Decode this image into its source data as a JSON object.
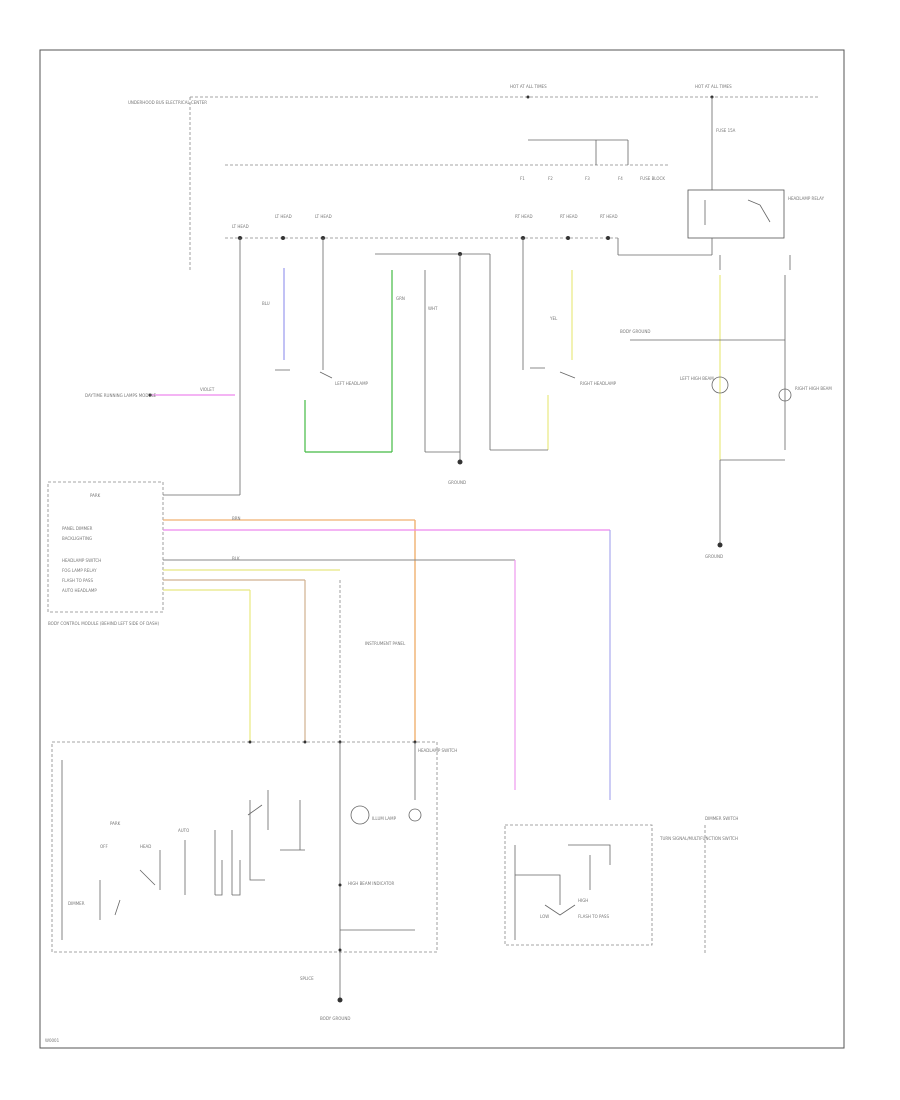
{
  "diagram": {
    "footer_code": "W0001",
    "top": {
      "left_note": "UNDERHOOD BUS ELECTRICAL CENTER",
      "bus_a": "HOT AT ALL TIMES",
      "bus_b": "HOT AT ALL TIMES",
      "fuse": "FUSE 15A",
      "relay_right": "HEADLAMP RELAY",
      "relay_mid": "FUSE BLOCK"
    },
    "fuses": [
      "LT HEAD",
      "LT HEAD",
      "LT HEAD",
      "RT HEAD",
      "RT HEAD",
      "RT HEAD"
    ],
    "wires": {
      "w1": "VIOLET",
      "w2": "BLU",
      "w3": "GRN",
      "w4": "WHT",
      "w5": "BRN",
      "w6": "YEL",
      "w7": "YEL",
      "w8": "BLK"
    },
    "left_side": {
      "connector": "DAYTIME RUNNING LAMPS MODULE",
      "ground_note": "GROUND",
      "headlamp_lt": "LEFT HEADLAMP",
      "headlamp_rt": "RIGHT HEADLAMP",
      "ground_g": "GROUND"
    },
    "module": {
      "title": "BODY CONTROL MODULE (BEHIND LEFT SIDE OF DASH)",
      "pins": [
        "PARK",
        "PANEL DIMMER",
        "BACKLIGHTING",
        "HEADLAMP SWITCH",
        "FOG LAMP RELAY",
        "FLASH TO PASS",
        "AUTO HEADLAMP"
      ]
    },
    "center_note": "INSTRUMENT PANEL",
    "switch": {
      "title": "HEADLAMP SWITCH",
      "lamp": "ILLUM LAMP",
      "off": "OFF",
      "park": "PARK",
      "head": "HEAD",
      "auto": "AUTO",
      "dimmer": "DIMMER",
      "indicator": "HIGH BEAM INDICATOR"
    },
    "right_module": {
      "title": "TURN SIGNAL/MULTIFUNCTION SWITCH",
      "note": "DIMMER SWITCH",
      "high": "HIGH",
      "low": "LOW",
      "sub": "FLASH TO PASS"
    },
    "right_lamps": {
      "left": "LEFT HIGH BEAM",
      "right": "RIGHT HIGH BEAM",
      "ground": "GROUND",
      "note": "BODY GROUND"
    },
    "bottom": {
      "splice": "SPLICE",
      "ground": "BODY GROUND"
    }
  }
}
